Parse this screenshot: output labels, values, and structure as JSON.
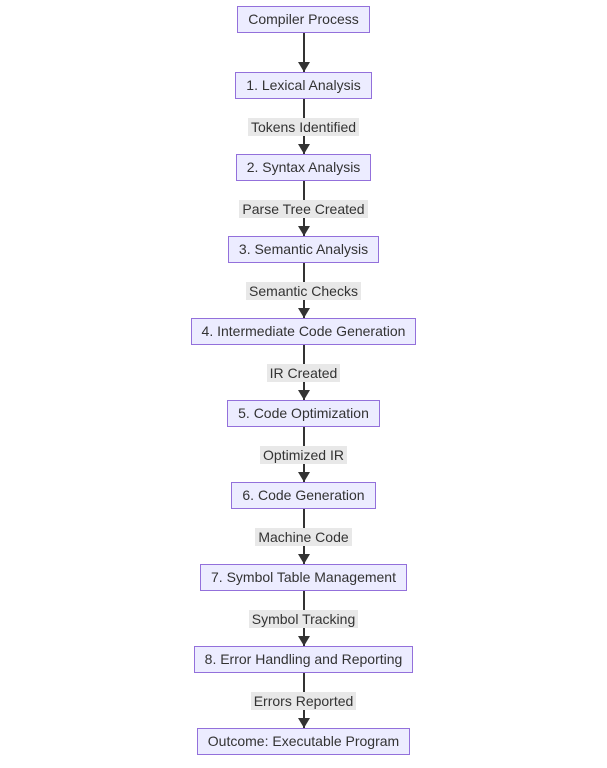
{
  "colors": {
    "node_fill": "#ECECFF",
    "node_border": "#9370DB",
    "text": "#333333",
    "edge": "#333333",
    "edge_label_bg": "#e8e8e8",
    "background": "#ffffff"
  },
  "diagram_type": "flowchart-top-down",
  "nodes": [
    {
      "id": "start",
      "label": "Compiler Process"
    },
    {
      "id": "lexical",
      "label": "1. Lexical Analysis"
    },
    {
      "id": "syntax",
      "label": "2. Syntax Analysis"
    },
    {
      "id": "semantic",
      "label": "3. Semantic Analysis"
    },
    {
      "id": "ircode",
      "label": "4. Intermediate Code Generation"
    },
    {
      "id": "optimize",
      "label": "5. Code Optimization"
    },
    {
      "id": "codegen",
      "label": "6. Code Generation"
    },
    {
      "id": "symtab",
      "label": "7. Symbol Table Management"
    },
    {
      "id": "errors",
      "label": "8. Error Handling and Reporting"
    },
    {
      "id": "outcome",
      "label": "Outcome: Executable Program"
    }
  ],
  "edges": [
    {
      "from": "start",
      "to": "lexical",
      "label": ""
    },
    {
      "from": "lexical",
      "to": "syntax",
      "label": "Tokens Identified"
    },
    {
      "from": "syntax",
      "to": "semantic",
      "label": "Parse Tree Created"
    },
    {
      "from": "semantic",
      "to": "ircode",
      "label": "Semantic Checks"
    },
    {
      "from": "ircode",
      "to": "optimize",
      "label": "IR Created"
    },
    {
      "from": "optimize",
      "to": "codegen",
      "label": "Optimized IR"
    },
    {
      "from": "codegen",
      "to": "symtab",
      "label": "Machine Code"
    },
    {
      "from": "symtab",
      "to": "errors",
      "label": "Symbol Tracking"
    },
    {
      "from": "errors",
      "to": "outcome",
      "label": "Errors Reported"
    }
  ]
}
